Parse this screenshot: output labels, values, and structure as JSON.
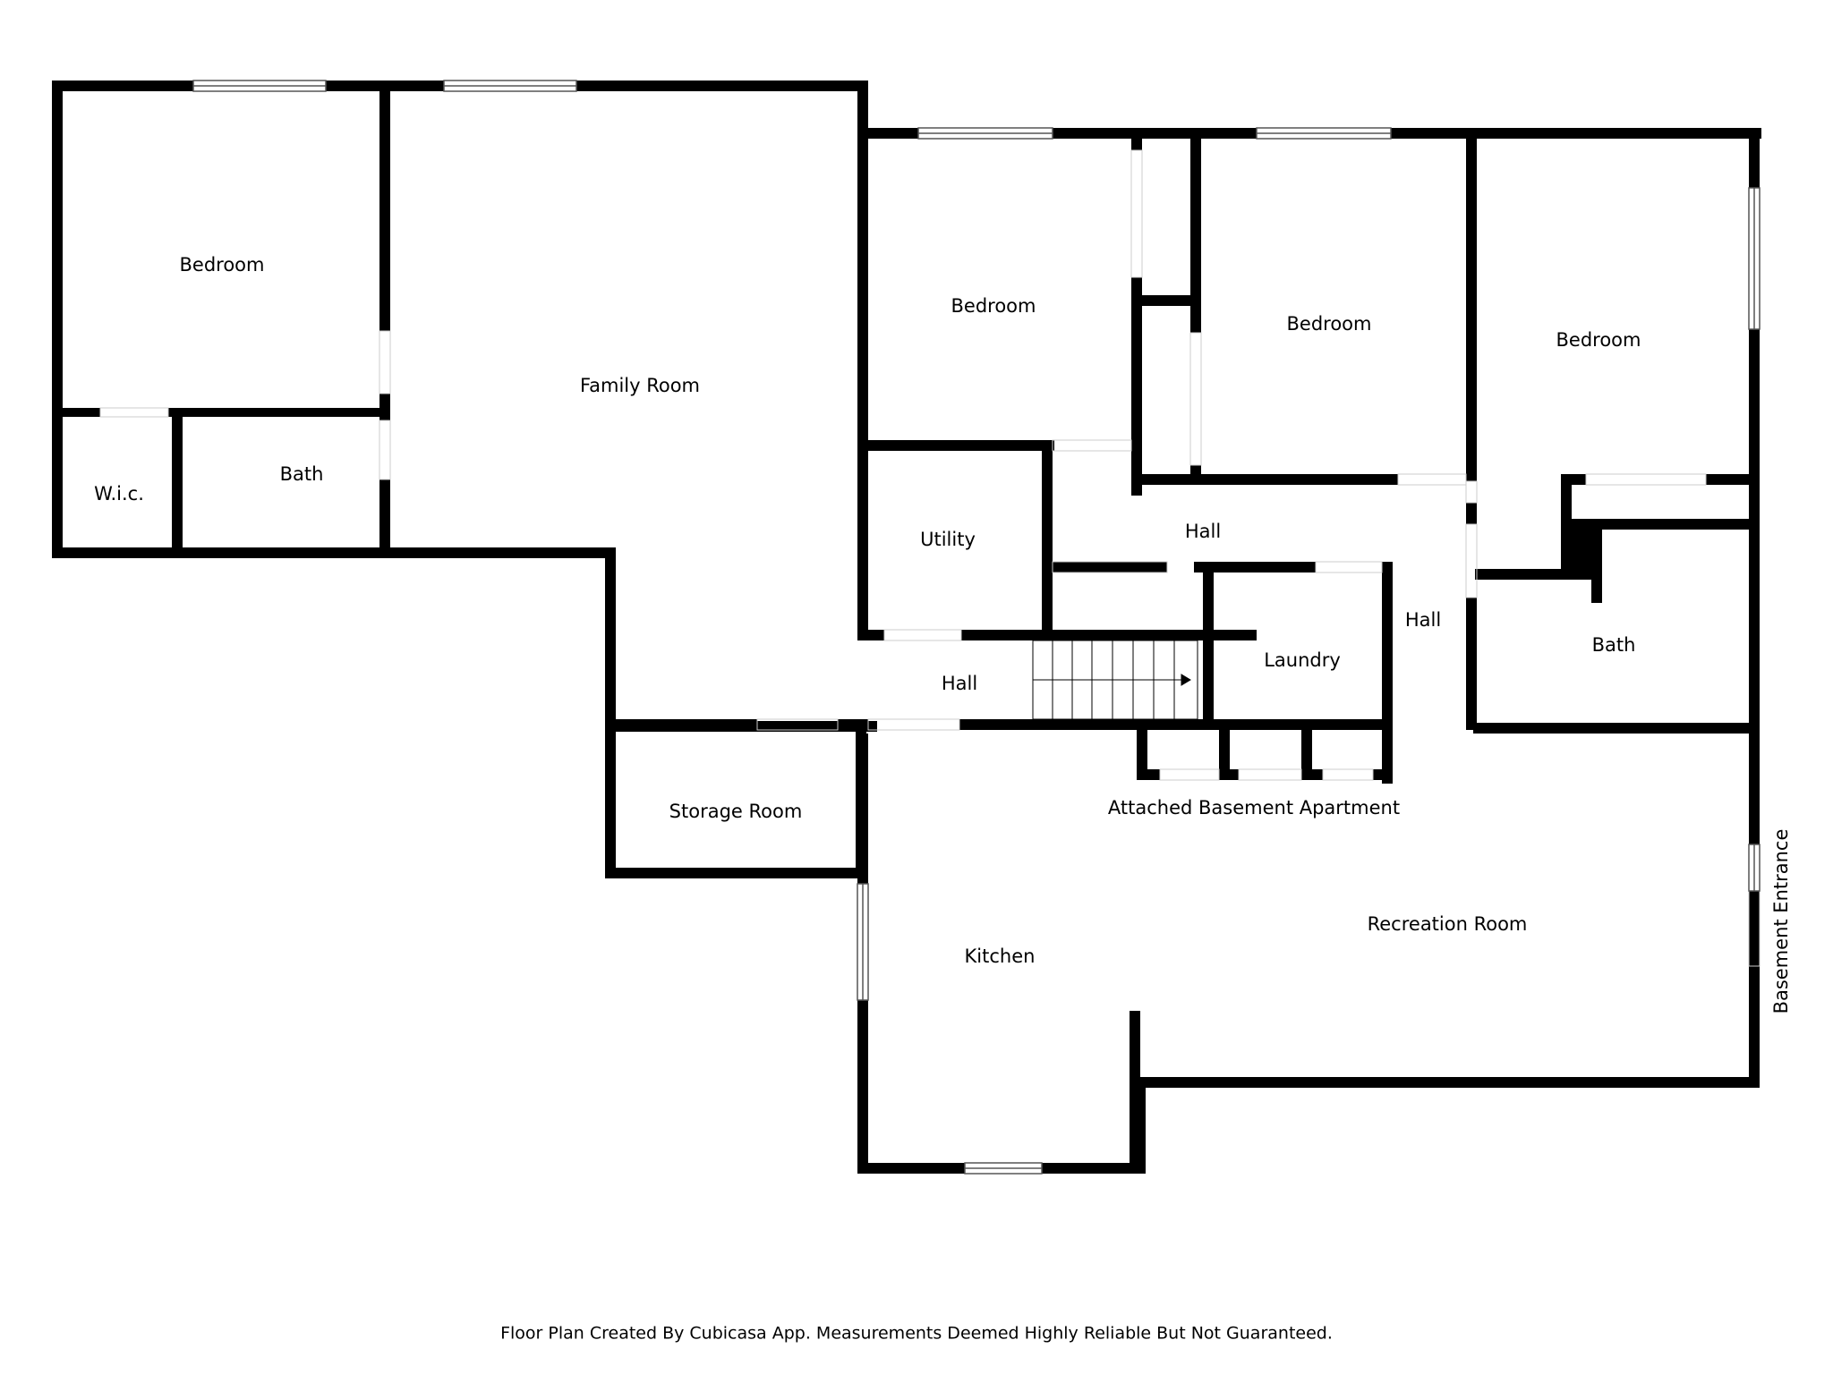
{
  "floor_plan": {
    "rooms": {
      "bedroom_1": "Bedroom",
      "family_room": "Family Room",
      "wic": "W.i.c.",
      "bath_1": "Bath",
      "bedroom_2": "Bedroom",
      "bedroom_3": "Bedroom",
      "bedroom_4": "Bedroom",
      "utility": "Utility",
      "hall_1": "Hall",
      "hall_2": "Hall",
      "hall_3": "Hall",
      "laundry": "Laundry",
      "bath_2": "Bath",
      "storage_room": "Storage Room",
      "attached_apartment": "Attached Basement Apartment",
      "recreation_room": "Recreation Room",
      "kitchen": "Kitchen"
    },
    "basement_entrance": "Basement Entrance",
    "footer": "Floor Plan Created By Cubicasa App. Measurements Deemed Highly Reliable But Not Guaranteed."
  },
  "colors": {
    "wall": "#000000",
    "background": "#ffffff",
    "window_line": "#555555"
  }
}
